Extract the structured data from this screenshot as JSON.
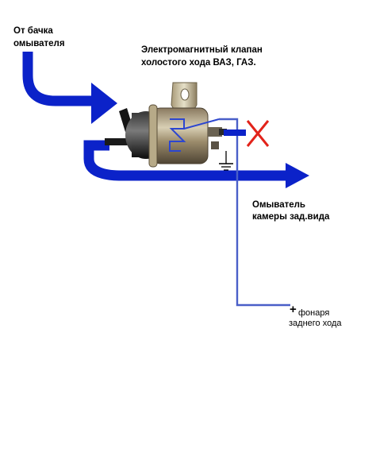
{
  "labels": {
    "from_tank": [
      "От бачка",
      "омывателя"
    ],
    "valve_title": [
      "Электромагнитный клапан",
      "холостого хода ВАЗ, ГАЗ."
    ],
    "washer_camera": [
      "Омыватель",
      "камеры зад.вида"
    ],
    "reverse_light_plus": "+",
    "reverse_light": [
      "фонаря",
      "заднего хода"
    ]
  },
  "colors": {
    "flow": "#0b22c9",
    "wire": "#4a5fc8",
    "cross": "#e2231a",
    "ground": "#000000"
  },
  "icons": {
    "cross": "x-cross-icon",
    "ground": "ground-symbol-icon"
  }
}
